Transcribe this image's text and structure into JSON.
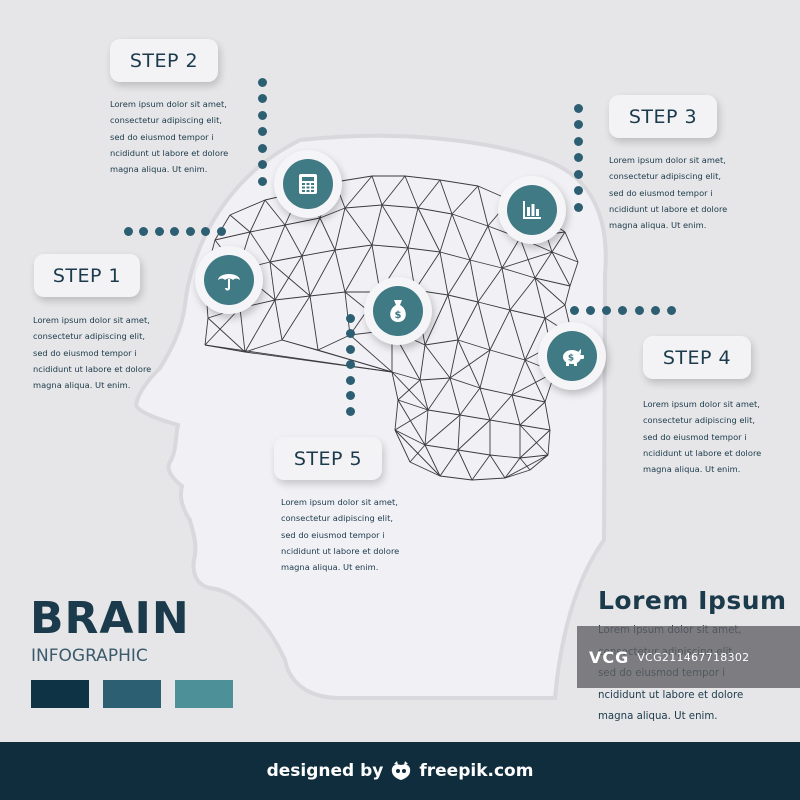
{
  "colors": {
    "background": "#e6e6e8",
    "dark": "#0f2d3c",
    "navy": "#1b3a4b",
    "teal_dark": "#0d3344",
    "teal_mid": "#2d5f72",
    "teal_light": "#4e9098",
    "icon_fill": "#3f7a85",
    "head": "#f1f1f5"
  },
  "steps": [
    {
      "label": "STEP 1",
      "text": "Lorem ipsum dolor sit amet,\nconsectetur adipiscing elit,\nsed do eiusmod tempor i\nncididunt ut labore et dolore\nmagna aliqua. Ut enim.",
      "icon": "umbrella-icon"
    },
    {
      "label": "STEP 2",
      "text": "Lorem ipsum dolor sit amet,\nconsectetur adipiscing elit,\nsed do eiusmod tempor i\nncididunt ut labore et dolore\nmagna aliqua. Ut enim.",
      "icon": "calculator-icon"
    },
    {
      "label": "STEP 3",
      "text": "Lorem ipsum dolor sit amet,\nconsectetur adipiscing elit,\nsed do eiusmod tempor i\nncididunt ut labore et dolore\nmagna aliqua. Ut enim.",
      "icon": "bar-chart-icon"
    },
    {
      "label": "STEP 4",
      "text": "Lorem ipsum dolor sit amet,\nconsectetur adipiscing elit,\nsed do eiusmod tempor i\nncididunt ut labore et dolore\nmagna aliqua. Ut enim.",
      "icon": "piggy-bank-icon"
    },
    {
      "label": "STEP 5",
      "text": "Lorem ipsum dolor sit amet,\nconsectetur adipiscing elit,\nsed do eiusmod tempor i\nncididunt ut labore et dolore\nmagna aliqua. Ut enim.",
      "icon": "money-bag-icon"
    }
  ],
  "title": {
    "main": "BRAIN",
    "sub": "INFOGRAPHIC"
  },
  "summary": {
    "title": "Lorem Ipsum",
    "text": "Lorem ipsum dolor sit amet,\nconsectetur adipiscing elit,\nsed do eiusmod tempor i\nncididunt ut labore et dolore\nmagna aliqua. Ut enim."
  },
  "watermark": {
    "logo": "VCG",
    "id": "VCG211467718302"
  },
  "footer": {
    "prefix": "designed by",
    "brand": "freepik.com",
    "icon": "freepik-logo-icon"
  }
}
